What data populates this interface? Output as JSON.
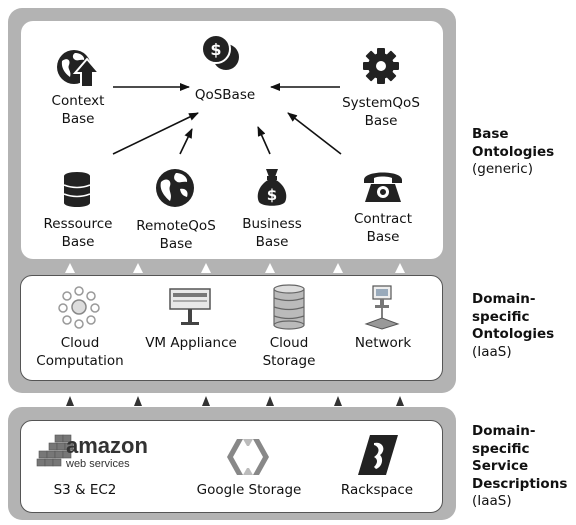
{
  "base": {
    "center": "QoSBase",
    "context": "Context\nBase",
    "system": "SystemQoS\nBase",
    "resource": "Ressource\nBase",
    "remote": "RemoteQoS\nBase",
    "business": "Business\nBase",
    "contract": "Contract\nBase"
  },
  "domain": {
    "cloud_computation": "Cloud\nComputation",
    "vm": "VM Appliance",
    "cloud_storage": "Cloud\nStorage",
    "network": "Network"
  },
  "service": {
    "s3": "S3 & EC2",
    "amazon_logo_word": "amazon",
    "amazon_logo_sub": "web services",
    "google": "Google Storage",
    "rackspace": "Rackspace"
  },
  "side": {
    "base_title": "Base\nOntologies",
    "base_sub": "(generic)",
    "domain_title": "Domain-\nspecific\nOntologies",
    "domain_sub": "(IaaS)",
    "service_title": "Domain-\nspecific\nService\nDescriptions",
    "service_sub": "(IaaS)"
  },
  "colors": {
    "gray_panel": "#b3b3b3",
    "arrow_dark": "#333333",
    "arrow_white": "#ffffff"
  },
  "icons": [
    "globe-arrow-icon",
    "coins-icon",
    "gear-icon",
    "database-icon",
    "globe-icon",
    "money-bag-icon",
    "telephone-icon",
    "cluster-icon",
    "server-rack-icon",
    "storage-icon",
    "network-icon",
    "amazon-logo",
    "google-storage-logo",
    "rackspace-logo"
  ]
}
